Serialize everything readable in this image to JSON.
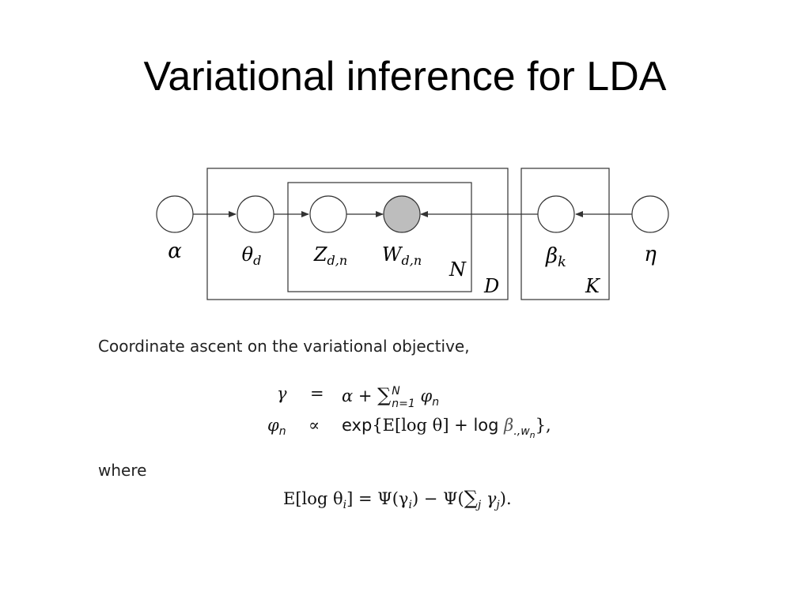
{
  "slide": {
    "title": "Variational inference for LDA"
  },
  "diagram": {
    "nodes": [
      {
        "label": "α",
        "observed": false
      },
      {
        "label": "θ",
        "sub": "d",
        "observed": false
      },
      {
        "label": "Z",
        "sub": "d,n",
        "observed": false
      },
      {
        "label": "W",
        "sub": "d,n",
        "observed": true
      },
      {
        "label": "β",
        "sub": "k",
        "observed": false
      },
      {
        "label": "η",
        "observed": false
      }
    ],
    "plates": [
      {
        "label": "N"
      },
      {
        "label": "D"
      },
      {
        "label": "K"
      }
    ],
    "colors": {
      "observed_fill": "#bdbdbd",
      "stroke": "#333333"
    }
  },
  "text": {
    "intro": "Coordinate ascent on the variational objective,",
    "where": "where"
  },
  "equations": {
    "eq1": {
      "lhs": "γ",
      "rel": "=",
      "rhs_a": "α + ",
      "sum": "∑",
      "sum_upper": "N",
      "sum_lower": "n=1",
      "rhs_b": "φ",
      "rhs_b_sub": "n"
    },
    "eq2": {
      "lhs": "φ",
      "lhs_sub": "n",
      "rel": "∝",
      "rhs_exp": "exp",
      "rhs_a": "{E[log θ] + ",
      "rhs_log": "log ",
      "rhs_beta": "β",
      "rhs_beta_sub": ".,w",
      "rhs_beta_subsub": "n",
      "rhs_end": "},"
    },
    "eq3": {
      "lhs_a": "E[log θ",
      "lhs_sub": "i",
      "lhs_b": "] = Ψ(γ",
      "rhs_sub_i": "i",
      "rhs_c": ") − Ψ(",
      "sum": "∑",
      "sum_lower": "j",
      "rhs_d": " γ",
      "rhs_sub_j": "j",
      "rhs_end": ")."
    }
  }
}
